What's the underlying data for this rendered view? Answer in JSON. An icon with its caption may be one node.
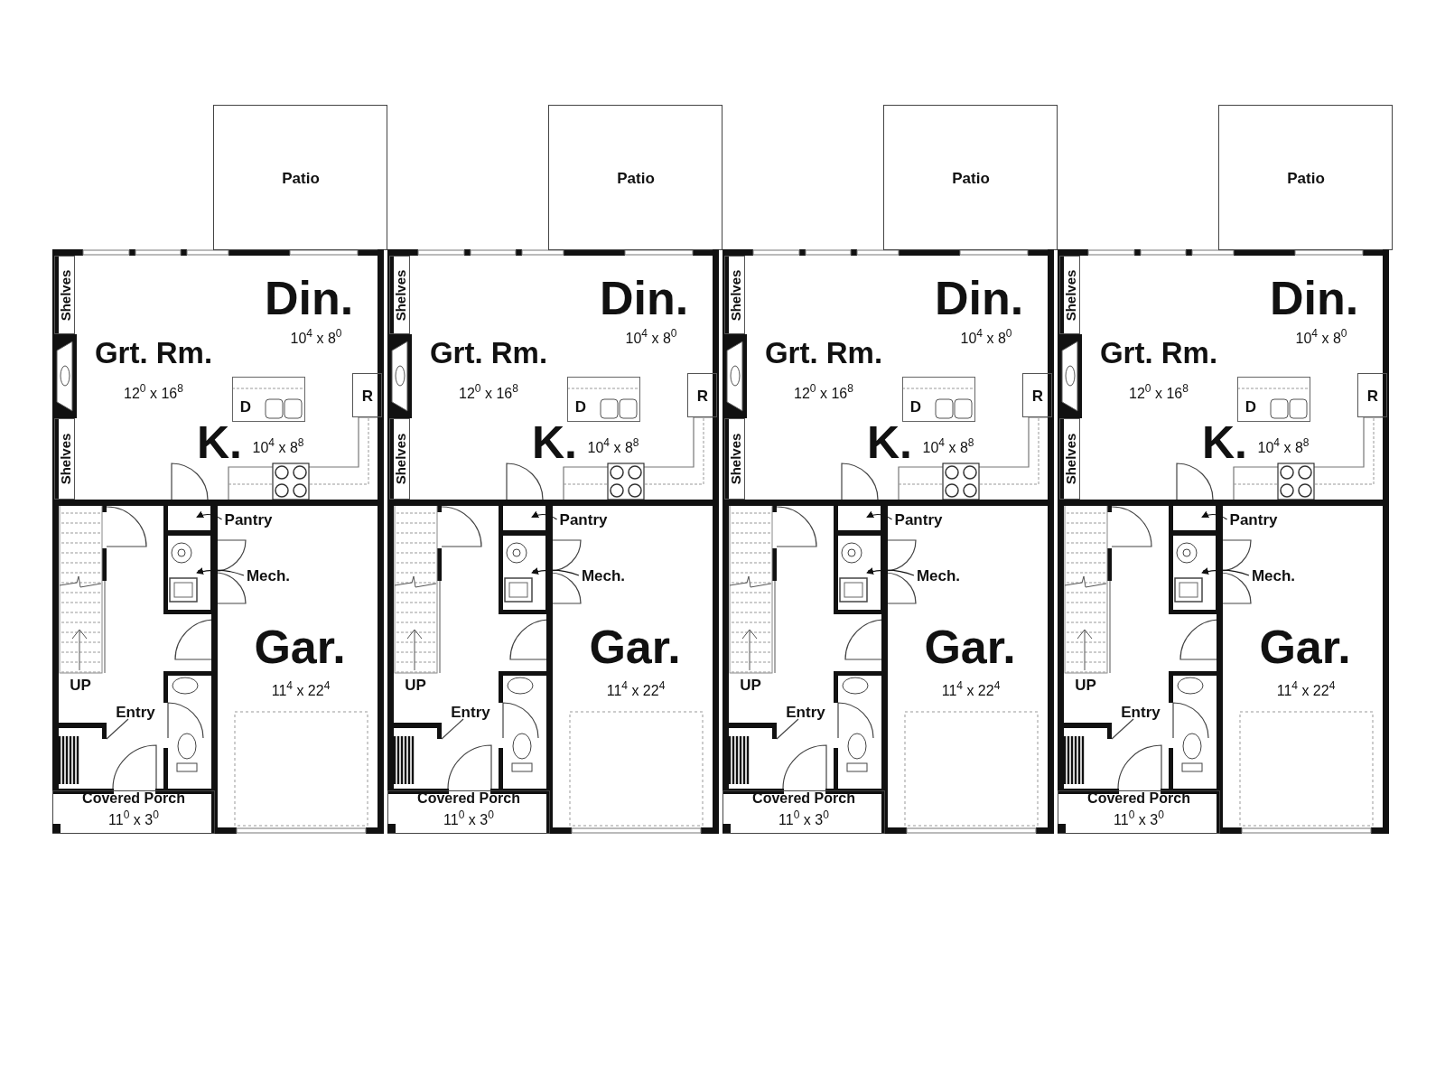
{
  "diagram": {
    "nodes": [
      {
        "text": [
          "Patio"
        ]
      },
      {
        "text": [
          "Din.",
          "10$^{4}$ x 8$^{0}$",
          "Grt. Rm.",
          "12$^{0}$ x 16$^{8}$",
          "K.",
          "10$^{4}$ x 8$^{8}$"
        ]
      },
      {
        "text": [
          "Shelves"
        ],
        "in": 1
      },
      {
        "text": [
          "Shelves"
        ],
        "in": 1
      },
      {
        "text": [
          "D"
        ],
        "in": 1
      },
      {
        "text": [
          "R"
        ],
        "in": 1
      },
      {
        "text": [],
        "shape": "box"
      },
      {
        "text": [],
        "shape": "box"
      },
      {
        "text": [
          "Gar.",
          "11$^{4}$ x 22$^{4}$"
        ]
      },
      {
        "text": [
          "Pantry"
        ],
        "in": 8
      },
      {
        "text": [
          "Mech."
        ],
        "in": 8
      },
      {
        "text": [
          "Covered Porch",
          "11$^{0}$ x 3$^{0}$"
        ]
      },
      {
        "text": [
          "Patio"
        ]
      },
      {
        "text": [
          "Din.",
          "10$^{4}$ x 8$^{0}$",
          "Grt. Rm.",
          "12$^{0}$ x 16$^{8}$",
          "K.",
          "10$^{4}$ x 8$^{8}$"
        ]
      },
      {
        "text": [
          "Shelves"
        ],
        "in": 13
      },
      {
        "text": [
          "Shelves"
        ],
        "in": 13
      },
      {
        "text": [
          "D"
        ],
        "in": 13
      },
      {
        "text": [
          "R"
        ],
        "in": 13
      },
      {
        "text": [],
        "shape": "box"
      },
      {
        "text": [],
        "shape": "box"
      },
      {
        "text": [
          "Gar.",
          "11$^{4}$ x 22$^{4}$"
        ]
      },
      {
        "text": [
          "Pantry"
        ],
        "in": 20
      },
      {
        "text": [
          "Mech."
        ],
        "in": 20
      },
      {
        "text": [
          "Covered Porch",
          "11$^{0}$ x 3$^{0}$"
        ]
      },
      {
        "text": [
          "Patio"
        ]
      },
      {
        "text": [
          "Din.",
          "10$^{4}$ x 8$^{0}$",
          "Grt. Rm.",
          "12$^{0}$ x 16$^{8}$",
          "K.",
          "10$^{4}$ x 8$^{8}$"
        ]
      },
      {
        "text": [
          "Shelves"
        ],
        "in": 25
      },
      {
        "text": [
          "Shelves"
        ],
        "in": 25
      },
      {
        "text": [
          "D"
        ],
        "in": 25
      },
      {
        "text": [
          "R"
        ],
        "in": 25
      },
      {
        "text": [],
        "shape": "box"
      },
      {
        "text": [],
        "shape": "box"
      },
      {
        "text": [
          "Gar.",
          "11$^{4}$ x 22$^{4}$"
        ]
      },
      {
        "text": [
          "Pantry"
        ],
        "in": 32
      },
      {
        "text": [
          "Mech."
        ],
        "in": 32
      },
      {
        "text": [
          "Covered Porch",
          "11$^{0}$ x 3$^{0}$"
        ]
      },
      {
        "text": [
          "Patio"
        ]
      },
      {
        "text": [
          "Din.",
          "10$^{4}$ x 8$^{0}$",
          "Grt. Rm.",
          "12$^{0}$ x 16$^{8}$",
          "K.",
          "10$^{4}$ x 8$^{8}$"
        ]
      },
      {
        "text": [
          "Shelves"
        ],
        "in": 37
      },
      {
        "text": [
          "Shelves"
        ],
        "in": 37
      },
      {
        "text": [
          "D"
        ],
        "in": 37
      },
      {
        "text": [
          "R"
        ],
        "in": 37
      },
      {
        "text": [],
        "shape": "box"
      },
      {
        "text": [],
        "shape": "box"
      },
      {
        "text": [
          "Gar.",
          "11$^{4}$ x 22$^{4}$"
        ]
      },
      {
        "text": [
          "Pantry"
        ],
        "in": 44
      },
      {
        "text": [
          "Mech."
        ],
        "in": 44
      },
      {
        "text": [
          "Covered Porch",
          "11$^{0}$ x 3$^{0}$"
        ]
      }
    ],
    "edges": [
      {
        "from": 9,
        "to": 6,
        "arrow": "to"
      },
      {
        "from": 10,
        "to": 7,
        "arrow": "to"
      },
      {
        "from": 21,
        "to": 18,
        "arrow": "to"
      },
      {
        "from": 22,
        "to": 19,
        "arrow": "to"
      },
      {
        "from": 33,
        "to": 30,
        "arrow": "to"
      },
      {
        "from": 34,
        "to": 31,
        "arrow": "to"
      },
      {
        "from": 45,
        "to": 42,
        "arrow": "to"
      },
      {
        "from": 46,
        "to": 43,
        "arrow": "to"
      }
    ],
    "labels": [
      "UP",
      "Entry",
      "UP",
      "Entry",
      "UP",
      "Entry",
      "UP",
      "Entry"
    ]
  }
}
